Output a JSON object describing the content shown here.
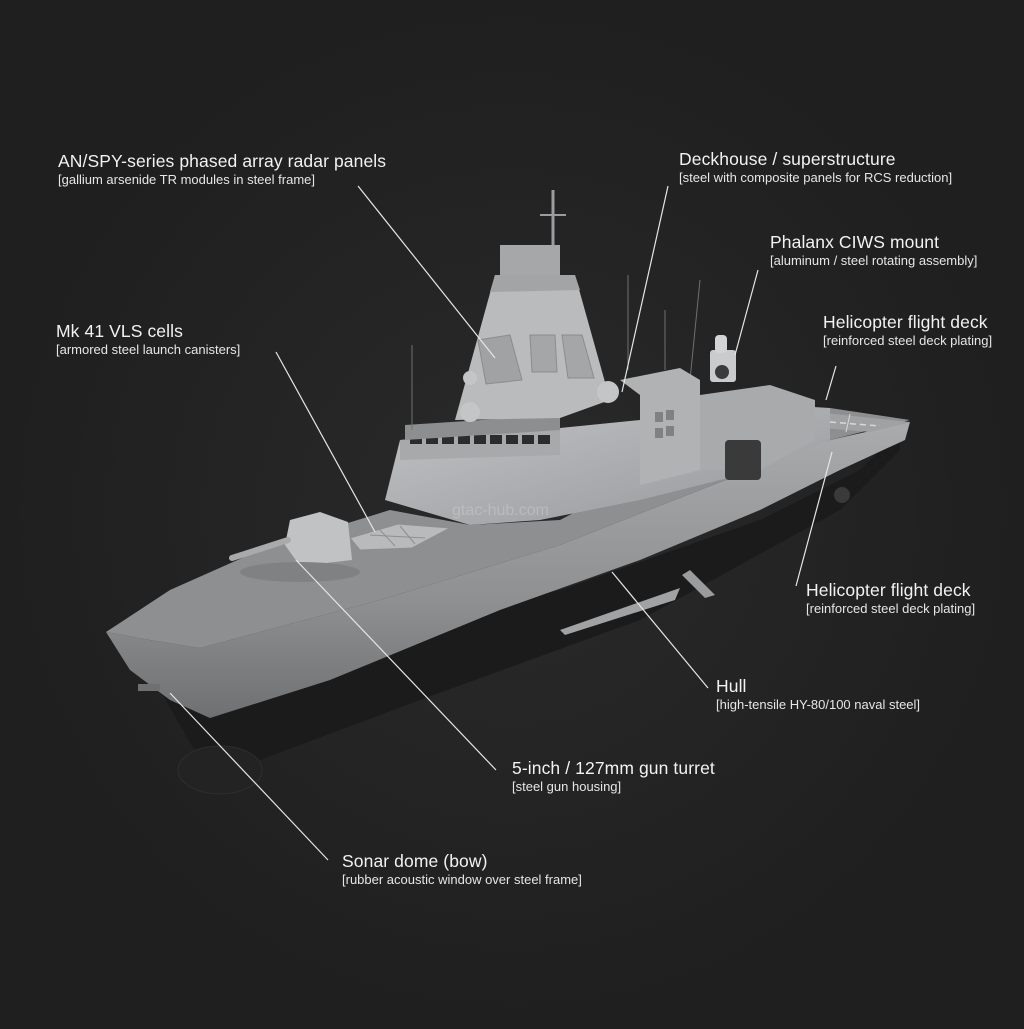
{
  "watermark": "gtac-hub.com",
  "colors": {
    "background": "#1f1f1f",
    "hull": "#9ea0a2",
    "deck": "#8a8c8e",
    "superstructure": "#b4b6b8",
    "waterline": "#1a1a1a",
    "leader_line": "#e6e6e6"
  },
  "callouts": [
    {
      "id": "radar",
      "name": "AN/SPY-series phased array radar panels",
      "material": "[gallium arsenide TR modules in steel frame]"
    },
    {
      "id": "deckhouse",
      "name": "Deckhouse / superstructure",
      "material": "[steel with composite panels for RCS reduction]"
    },
    {
      "id": "ciws",
      "name": "Phalanx CIWS mount",
      "material": "[aluminum / steel rotating assembly]"
    },
    {
      "id": "helideck-top",
      "name": "Helicopter flight deck",
      "material": "[reinforced steel deck plating]"
    },
    {
      "id": "vls",
      "name": "Mk 41 VLS cells",
      "material": "[armored steel launch canisters]"
    },
    {
      "id": "helideck-side",
      "name": "Helicopter flight deck",
      "material": "[reinforced steel deck plating]"
    },
    {
      "id": "hull",
      "name": "Hull",
      "material": "[high-tensile HY-80/100 naval steel]"
    },
    {
      "id": "gun",
      "name": "5-inch / 127mm gun turret",
      "material": "[steel gun housing]"
    },
    {
      "id": "sonar",
      "name": "Sonar dome (bow)",
      "material": "[rubber acoustic window over steel frame]"
    }
  ]
}
